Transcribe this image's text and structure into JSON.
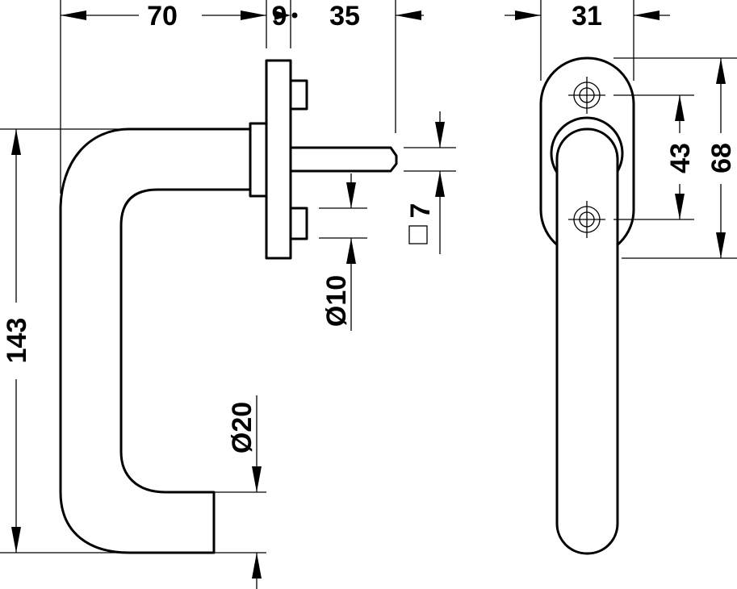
{
  "dimensions": {
    "handle_length": "70",
    "rose_thickness": "9",
    "spindle_length": "35",
    "rose_width": "31",
    "screw_spacing": "43",
    "rose_height": "68",
    "total_height": "143",
    "grip_diameter": "Ø20",
    "neck_diameter": "Ø10",
    "spindle_square": "7"
  }
}
